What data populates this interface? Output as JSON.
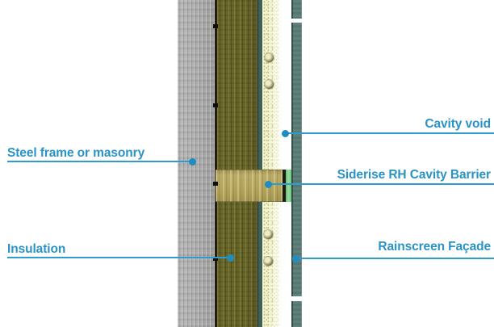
{
  "diagram": {
    "description": "Wall construction cross-section showing rainscreen cladding system with cavity fire barrier",
    "labels": {
      "steel_frame": "Steel frame or masonry",
      "insulation": "Insulation",
      "cavity_void": "Cavity void",
      "cavity_barrier": "Siderise RH Cavity Barrier",
      "rainscreen_facade": "Rainscreen Façade"
    }
  },
  "colors": {
    "label_text": "#2A93C6",
    "leader_line": "#2E9CCF",
    "leader_dot": "#1F8DC2",
    "masonry": "#ABABAB",
    "insulation": "#686528",
    "sheathing_board": "#40605A",
    "membrane": "#F5F5D8",
    "cavity_void": "#FFFFFF",
    "facade_panel": "#597B77",
    "barrier_body": "#B4A45A",
    "barrier_edge": "#1E1B12",
    "barrier_intumescent": "#7FD78C"
  }
}
